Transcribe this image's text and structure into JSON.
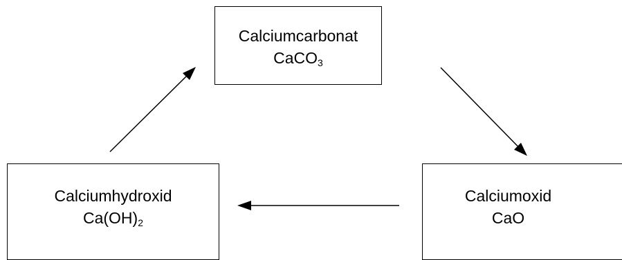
{
  "diagram": {
    "top_box": {
      "name": "Calciumcarbonat",
      "formula_main": "CaCO",
      "formula_sub": "3",
      "formula_tail": ""
    },
    "left_box": {
      "name": "Calciumhydroxid",
      "formula_main": "Ca(OH)",
      "formula_sub": "2",
      "formula_tail": ""
    },
    "right_box": {
      "name": "Calciumoxid",
      "formula_main": "CaO",
      "formula_sub": "",
      "formula_tail": ""
    },
    "arrows": [
      {
        "from": "top_box",
        "to": "right_box"
      },
      {
        "from": "right_box",
        "to": "left_box"
      },
      {
        "from": "left_box",
        "to": "top_box"
      }
    ]
  }
}
